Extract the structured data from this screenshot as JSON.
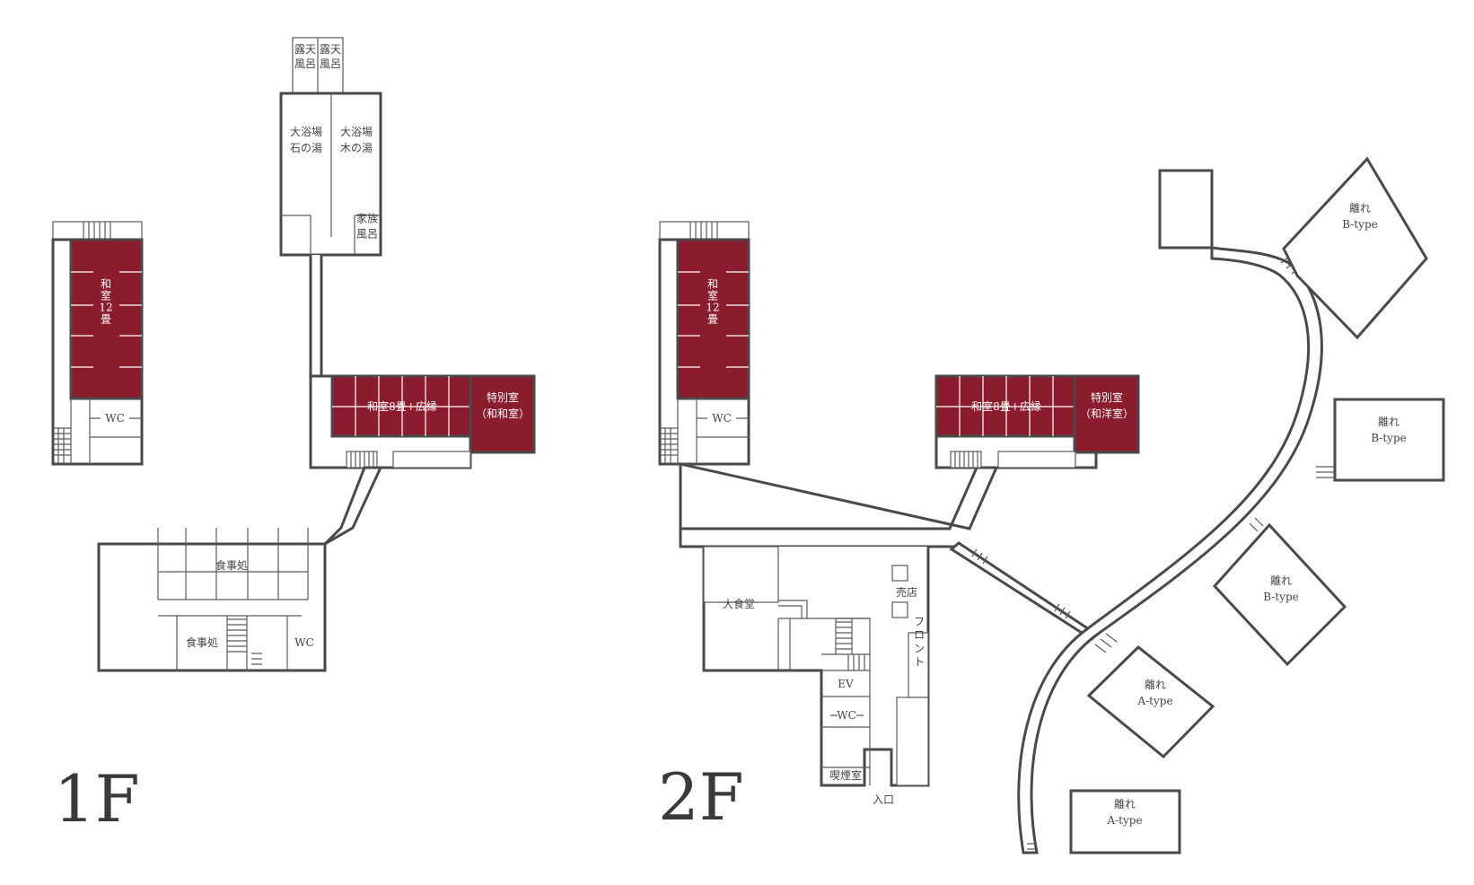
{
  "colors": {
    "accent": "#8b1c2e",
    "wall": "#4a4a4a"
  },
  "floors": {
    "f1": "1F",
    "f2": "2F"
  },
  "f1": {
    "rotenburo_a": "露天|風呂",
    "rotenburo_b": "露天|風呂",
    "bath_stone": "大浴場|石の湯",
    "bath_wood": "大浴場|木の湯",
    "family_bath": "家族|風呂",
    "washitsu12": "和|室|12|畳",
    "wc_west": "WC",
    "washitsu8": "和室8畳+広縁",
    "special": "特別室|（和和室）",
    "dining_upper": "食事処",
    "dining_lower": "食事処",
    "wc_south": "WC"
  },
  "f2": {
    "washitsu12": "和|室|12|畳",
    "wc_west": "WC",
    "washitsu8": "和室8畳+広縁",
    "special": "特別室|（和洋室）",
    "hall": "大食堂",
    "shop": "売店",
    "front": "フ|ロ|ン|ト",
    "ev": "EV",
    "wc_center": "WC",
    "smoking": "喫煙室",
    "entrance": "入口",
    "annex_b1": "離れ|B-type",
    "annex_b2": "離れ|B-type",
    "annex_b3": "離れ|B-type",
    "annex_a1": "離れ|A-type",
    "annex_a2": "離れ|A-type"
  }
}
